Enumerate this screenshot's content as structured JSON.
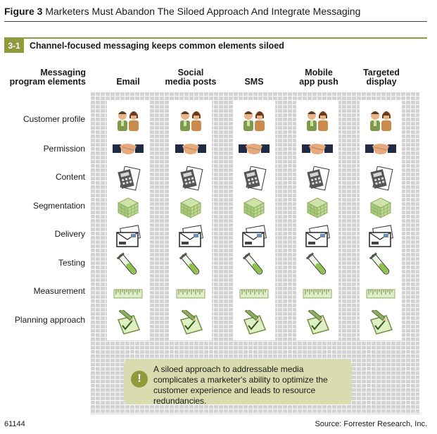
{
  "figure": {
    "label": "Figure 3",
    "title": "Marketers Must Abandon The Siloed Approach And Integrate Messaging"
  },
  "subfigure": {
    "badge": "3-1",
    "title": "Channel-focused messaging keeps common elements siloed"
  },
  "rows_header": [
    "Messaging",
    "program elements"
  ],
  "columns": [
    {
      "line1": "",
      "line2": "Email"
    },
    {
      "line1": "Social",
      "line2": "media posts"
    },
    {
      "line1": "",
      "line2": "SMS"
    },
    {
      "line1": "Mobile",
      "line2": "app push"
    },
    {
      "line1": "Targeted",
      "line2": "display"
    }
  ],
  "rows": [
    {
      "label": "Customer profile",
      "icon": "people-icon"
    },
    {
      "label": "Permission",
      "icon": "handshake-icon"
    },
    {
      "label": "Content",
      "icon": "document-calculator-icon"
    },
    {
      "label": "Segmentation",
      "icon": "cube-icon"
    },
    {
      "label": "Delivery",
      "icon": "envelope-icon"
    },
    {
      "label": "Testing",
      "icon": "test-tube-icon"
    },
    {
      "label": "Measurement",
      "icon": "ruler-icon"
    },
    {
      "label": "Planning approach",
      "icon": "clipboard-pencil-icon"
    }
  ],
  "callout": {
    "icon": "!",
    "text": "A siloed approach to addressable media complicates a marketer's ability to optimize the customer experience and leads to resource redundancies."
  },
  "footer": {
    "id": "61144",
    "source": "Source: Forrester Research, Inc."
  },
  "colors": {
    "accent": "#8f9a3c",
    "callout_bg": "#d8dcae",
    "brick": "#d3d3d3"
  }
}
